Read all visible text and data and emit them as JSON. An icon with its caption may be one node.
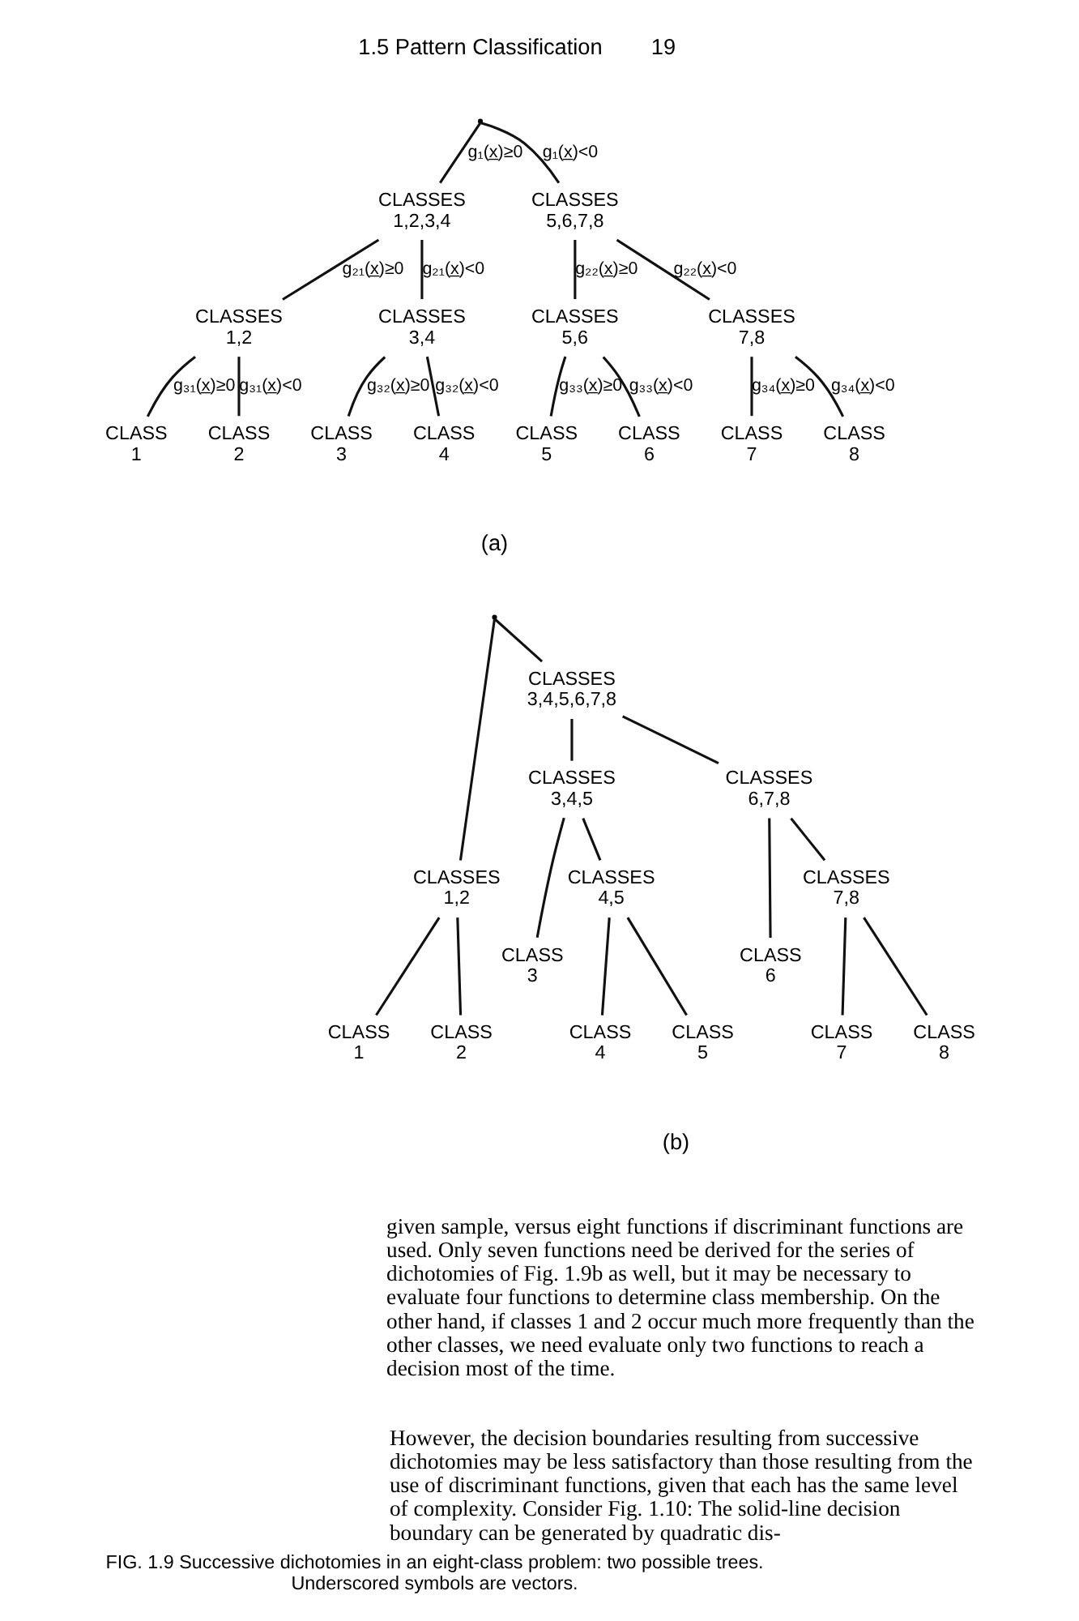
{
  "diagram": {
    "caption": "FIG. 1.9 Successive dichotomies in an eight-class problem: two possible trees. Underscored symbols are vectors.",
    "nodes": [
      {
        "text": [],
        "shape": "point"
      },
      {
        "text": [
          "CLASSES 1,2,3,4"
        ]
      },
      {
        "text": [
          "CLASSES 5,6,7,8"
        ]
      },
      {
        "text": [
          "CLASSES 1,2"
        ]
      },
      {
        "text": [
          "CLASSES 3,4"
        ]
      },
      {
        "text": [
          "CLASSES 5,6"
        ]
      },
      {
        "text": [
          "CLASSES 7,8"
        ]
      },
      {
        "text": [
          "CLASS 1"
        ]
      },
      {
        "text": [
          "CLASS 2"
        ]
      },
      {
        "text": [
          "CLASS 3"
        ]
      },
      {
        "text": [
          "CLASS 4"
        ]
      },
      {
        "text": [
          "CLASS 5"
        ]
      },
      {
        "text": [
          "CLASS 6"
        ]
      },
      {
        "text": [
          "CLASS 7"
        ]
      },
      {
        "text": [
          "CLASS 8"
        ]
      },
      {
        "text": [],
        "shape": "point"
      },
      {
        "text": [
          "CLASSES 1,2"
        ]
      },
      {
        "text": [
          "CLASSES 3,4,5,6,7,8"
        ]
      },
      {
        "text": [
          "CLASS 1"
        ]
      },
      {
        "text": [
          "CLASS 2"
        ]
      },
      {
        "text": [
          "CLASSES 3,4,5"
        ]
      },
      {
        "text": [
          "CLASSES 6,7,8"
        ]
      },
      {
        "text": [
          "CLASS 3"
        ]
      },
      {
        "text": [
          "CLASSES 4,5"
        ]
      },
      {
        "text": [
          "CLASS 4"
        ]
      },
      {
        "text": [
          "CLASS 5"
        ]
      },
      {
        "text": [
          "CLASS 6"
        ]
      },
      {
        "text": [
          "CLASSES 7,8"
        ]
      },
      {
        "text": [
          "CLASS 7"
        ]
      },
      {
        "text": [
          "CLASS 8"
        ]
      }
    ],
    "edges": [
      {
        "from": 0,
        "to": 1,
        "arrow": "none",
        "label": "g₁(x̲)≥0"
      },
      {
        "from": 0,
        "to": 2,
        "arrow": "none",
        "label": "g₁(x̲)<0"
      },
      {
        "from": 1,
        "to": 3,
        "arrow": "none",
        "label": "g₂₁(x̲)≥0"
      },
      {
        "from": 1,
        "to": 4,
        "arrow": "none",
        "label": "g₂₁(x̲)<0"
      },
      {
        "from": 2,
        "to": 5,
        "arrow": "none",
        "label": "g₂₂(x̲)≥0"
      },
      {
        "from": 2,
        "to": 6,
        "arrow": "none",
        "label": "g₂₂(x̲)<0"
      },
      {
        "from": 3,
        "to": 7,
        "arrow": "none",
        "label": "g₃₁(x̲)≥0"
      },
      {
        "from": 3,
        "to": 8,
        "arrow": "none",
        "label": "g₃₁(x̲)<0"
      },
      {
        "from": 4,
        "to": 9,
        "arrow": "none",
        "label": "g₃₂(x̲)≥0"
      },
      {
        "from": 4,
        "to": 10,
        "arrow": "none",
        "label": "g₃₂(x̲)<0"
      },
      {
        "from": 5,
        "to": 11,
        "arrow": "none",
        "label": "g₃₃(x̲)≥0"
      },
      {
        "from": 5,
        "to": 12,
        "arrow": "none",
        "label": "g₃₃(x̲)<0"
      },
      {
        "from": 6,
        "to": 13,
        "arrow": "none",
        "label": "g₃₄(x̲)≥0"
      },
      {
        "from": 6,
        "to": 14,
        "arrow": "none",
        "label": "g₃₄(x̲)<0"
      },
      {
        "from": 15,
        "to": 16,
        "arrow": "none"
      },
      {
        "from": 15,
        "to": 17,
        "arrow": "none"
      },
      {
        "from": 16,
        "to": 18,
        "arrow": "none"
      },
      {
        "from": 16,
        "to": 19,
        "arrow": "none"
      },
      {
        "from": 17,
        "to": 20,
        "arrow": "none"
      },
      {
        "from": 17,
        "to": 21,
        "arrow": "none"
      },
      {
        "from": 20,
        "to": 22,
        "arrow": "none"
      },
      {
        "from": 20,
        "to": 23,
        "arrow": "none"
      },
      {
        "from": 23,
        "to": 24,
        "arrow": "none"
      },
      {
        "from": 23,
        "to": 25,
        "arrow": "none"
      },
      {
        "from": 21,
        "to": 26,
        "arrow": "none"
      },
      {
        "from": 21,
        "to": 27,
        "arrow": "none"
      },
      {
        "from": 27,
        "to": 28,
        "arrow": "none"
      },
      {
        "from": 27,
        "to": 29,
        "arrow": "none"
      }
    ],
    "labels": [
      "1.5 Pattern Classification",
      "19",
      "(a)",
      "(b)",
      "given sample, versus eight functions if discriminant functions are used. Only seven functions need be derived for the series of dichotomies of Fig. 1.9b as well, but it may be necessary to evaluate four functions to determine class membership. On the other hand, if classes 1 and 2 occur much more frequently than the other classes, we need evaluate only two functions to reach a decision most of the time.",
      "However, the decision boundaries resulting from successive dichotomies may be less satisfactory than those resulting from the use of discriminant functions, given that each has the same level of complexity. Consider Fig. 1.10: The solid-line decision boundary can be generated by quadratic dis-"
    ]
  }
}
